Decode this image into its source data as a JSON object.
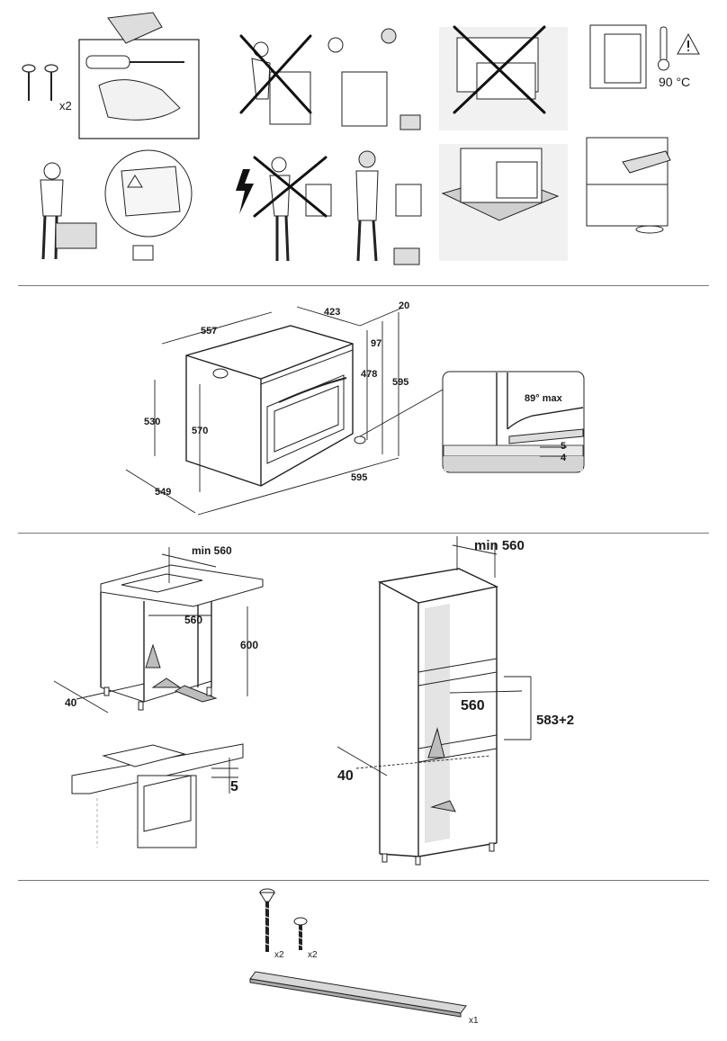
{
  "safety": {
    "screws_count": "x2",
    "temp_label": "90 °C"
  },
  "oven_dims": {
    "d_557": "557",
    "d_423": "423",
    "d_20": "20",
    "d_97": "97",
    "d_478": "478",
    "d_595_h": "595",
    "d_530": "530",
    "d_570": "570",
    "d_549": "549",
    "d_595_w": "595",
    "door_angle": "89° max",
    "d_5": "5",
    "d_4": "4"
  },
  "under_counter": {
    "min_width": "min 560",
    "width": "560",
    "height": "600",
    "depth": "40",
    "gap": "5"
  },
  "column": {
    "min_width": "min 560",
    "width": "560",
    "height": "583+2",
    "depth": "40"
  },
  "fixings": {
    "long_screw_count": "x2",
    "short_screw_count": "x2",
    "rail_count": "x1"
  }
}
